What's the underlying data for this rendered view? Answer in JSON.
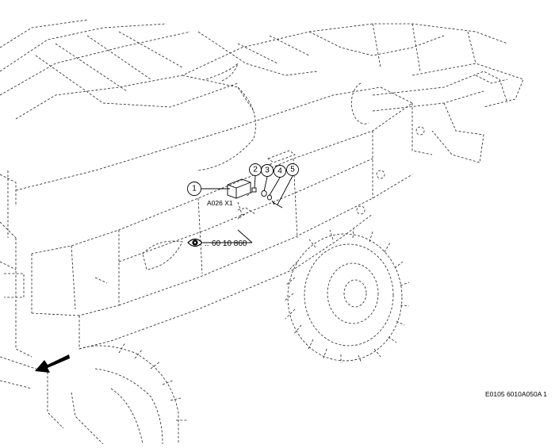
{
  "diagram": {
    "callouts": [
      {
        "id": "callout-1",
        "number": "1"
      },
      {
        "id": "callout-2",
        "number": "2"
      },
      {
        "id": "callout-3",
        "number": "3"
      },
      {
        "id": "callout-4",
        "number": "4"
      },
      {
        "id": "callout-5",
        "number": "5"
      }
    ],
    "component_label": "A026 X1",
    "view_reference": "60 10 860",
    "document_code": "E0105 6010A050A 1",
    "icons": [
      "eye-icon",
      "direction-arrow-icon"
    ]
  }
}
